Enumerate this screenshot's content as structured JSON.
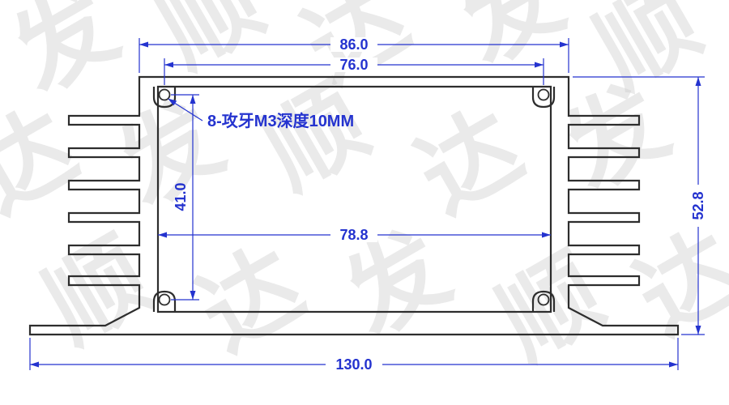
{
  "drawing": {
    "annotation_tapped_holes": "8-攻牙M3深度10MM",
    "dim_top_width": "86.0",
    "dim_hole_spacing": "76.0",
    "dim_inner_height": "41.0",
    "dim_inner_width": "78.8",
    "dim_overall_height": "52.8",
    "dim_base_width": "130.0"
  },
  "colors": {
    "dimension_blue": "#2433cf",
    "outline_dark": "#2d2d2d",
    "watermark_gray": "#c9c9c9",
    "background": "#ffffff"
  },
  "watermark": {
    "glyphs": [
      "发",
      "顺",
      "达",
      "发",
      "顺",
      "达",
      "发",
      "顺",
      "达",
      "发",
      "顺",
      "达",
      "发",
      "顺",
      "达"
    ]
  }
}
